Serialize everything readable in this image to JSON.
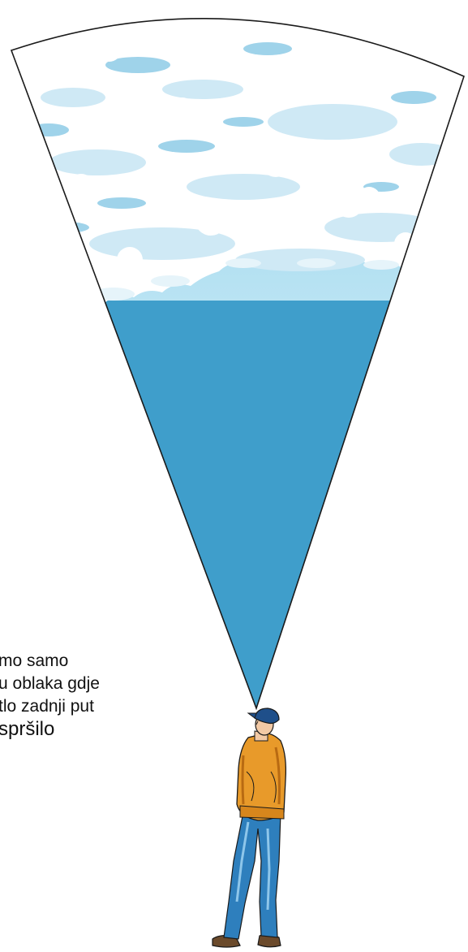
{
  "caption": {
    "line1": "mo samo",
    "line2": "u oblaka gdje",
    "line3": "tlo zadnji put",
    "line4": "spršilo"
  },
  "colors": {
    "sky_blue": "#3f9ecb",
    "cloud_white": "#ffffff",
    "cloud_shadow": "#bfe0ef",
    "outline": "#1a1a1a",
    "jacket": "#e89a2a",
    "jeans": "#2e7fbd",
    "cap": "#1f4f8a"
  },
  "icons": {
    "person": "man-looking-up-icon",
    "cloud": "cloud-icon"
  }
}
